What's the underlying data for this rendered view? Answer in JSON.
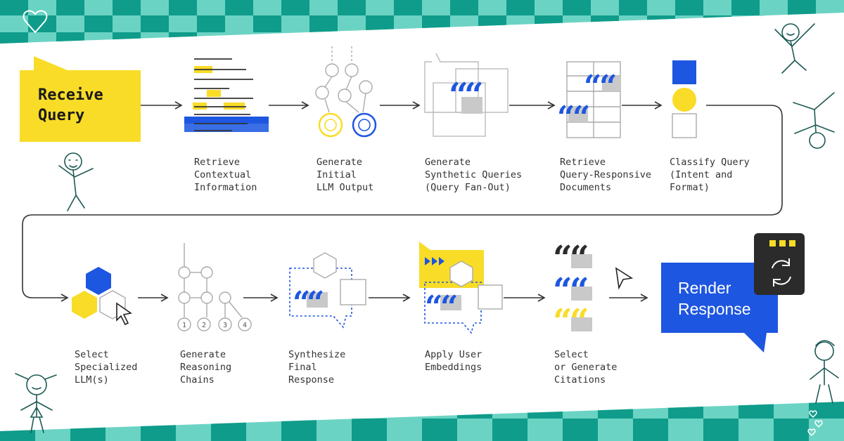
{
  "colors": {
    "teal_dark": "#0f9c8a",
    "teal_light": "#6bd3c4",
    "yellow": "#f9dc27",
    "blue": "#1d56e0",
    "gray": "#c9c9c9",
    "dark": "#2b2b2b",
    "line": "#333333"
  },
  "start": {
    "label": "Receive\nQuery"
  },
  "end": {
    "label": "Render\nResponse"
  },
  "steps": [
    {
      "label": "Retrieve\nContextual\nInformation",
      "icon": "document-lines-icon"
    },
    {
      "label": "Generate\nInitial\nLLM Output",
      "icon": "node-tree-icon"
    },
    {
      "label": "Generate\nSynthetic Queries\n(Query Fan-Out)",
      "icon": "speech-bubble-quotes-icon"
    },
    {
      "label": "Retrieve\nQuery-Responsive\nDocuments",
      "icon": "table-quotes-icon"
    },
    {
      "label": "Classify Query\n(Intent and\nFormat)",
      "icon": "shapes-stack-icon"
    },
    {
      "label": "Select\nSpecialized\nLLM(s)",
      "icon": "hexagon-cursor-icon"
    },
    {
      "label": "Generate\nReasoning\nChains",
      "icon": "reasoning-graph-icon"
    },
    {
      "label": "Synthesize\nFinal\nResponse",
      "icon": "dotted-bubble-icon"
    },
    {
      "label": "Apply User\nEmbeddings",
      "icon": "embeddings-icon"
    },
    {
      "label": "Select\nor Generate\nCitations",
      "icon": "citations-icon"
    }
  ],
  "reasoning_numbers": [
    "1",
    "2",
    "3",
    "4"
  ]
}
